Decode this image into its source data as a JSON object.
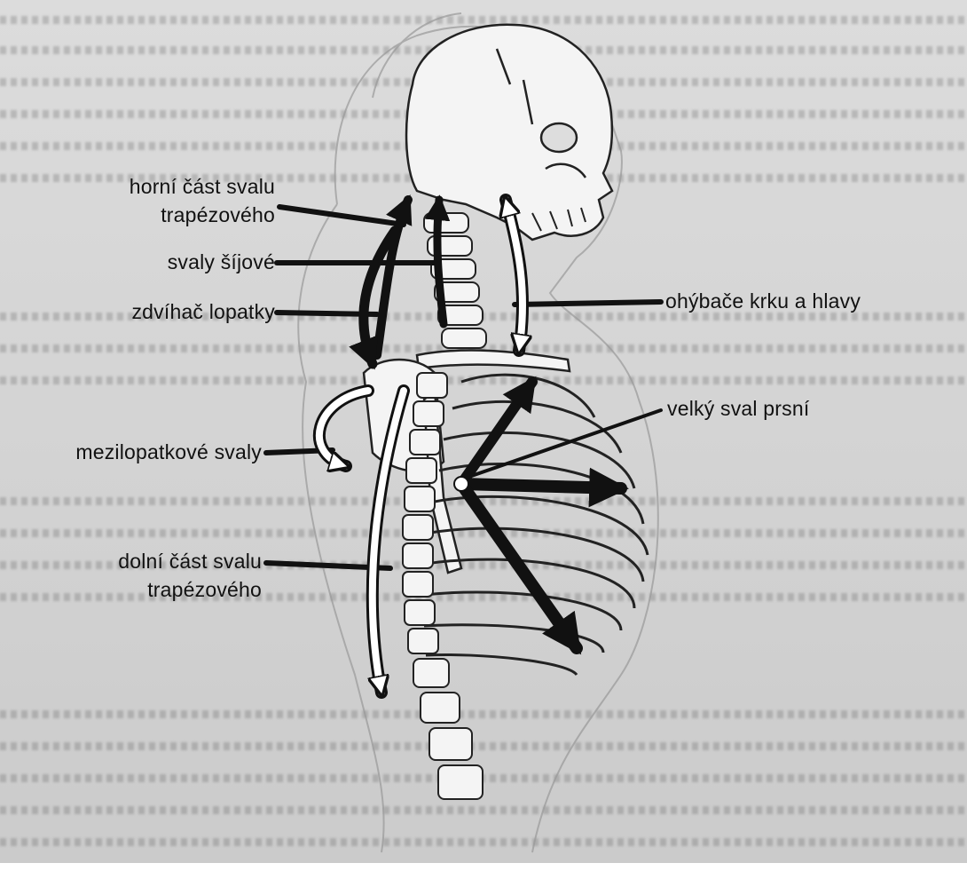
{
  "labels": {
    "trapezius_upper_line1": "horní část svalu",
    "trapezius_upper_line2": "trapézového",
    "neck_muscles": "svaly šíjové",
    "levator_scapulae": "zdvíhač lopatky",
    "neck_flexors": "ohýbače krku a hlavy",
    "pectoralis_major": "velký sval prsní",
    "rhomboids": "mezilopatkové svaly",
    "trapezius_lower_line1": "dolní část svalu",
    "trapezius_lower_line2": "trapézového"
  },
  "colors": {
    "paper": "#d6d6d6",
    "ink": "#111111",
    "bone": "#f4f4f4"
  }
}
